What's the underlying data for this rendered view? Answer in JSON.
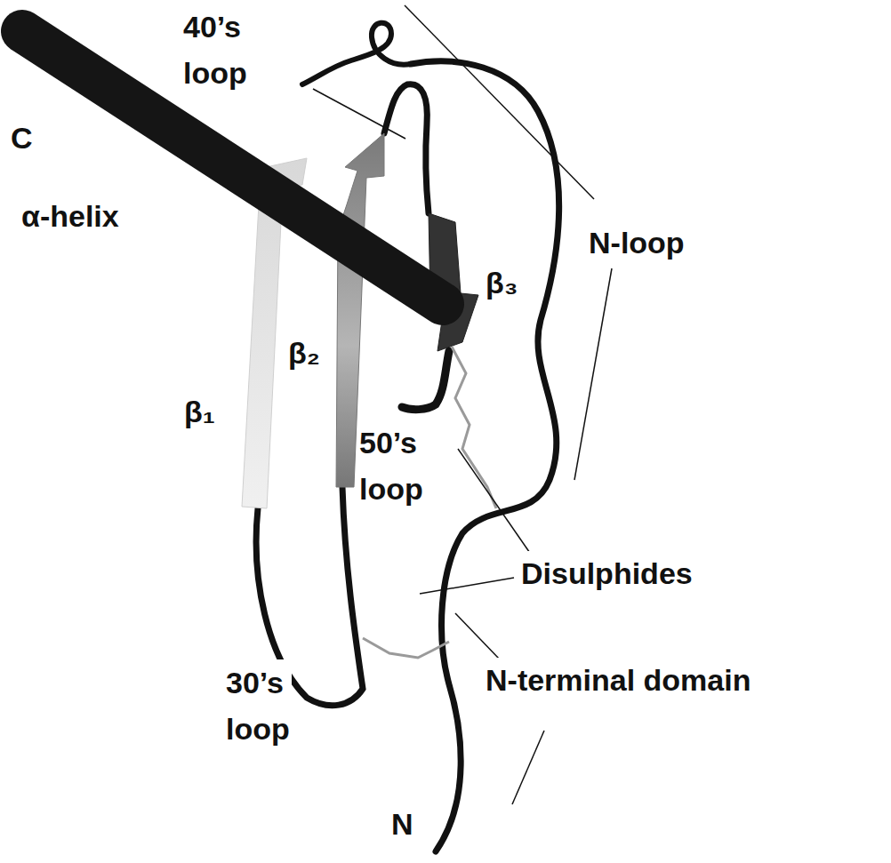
{
  "diagram": {
    "labels": [
      "40’s loop",
      "C",
      "α-helix",
      "N-loop",
      "β₃",
      "β₁",
      "β₂",
      "50’s loop",
      "Disulphides",
      "N-terminal domain",
      "30’s loop",
      "N"
    ]
  }
}
